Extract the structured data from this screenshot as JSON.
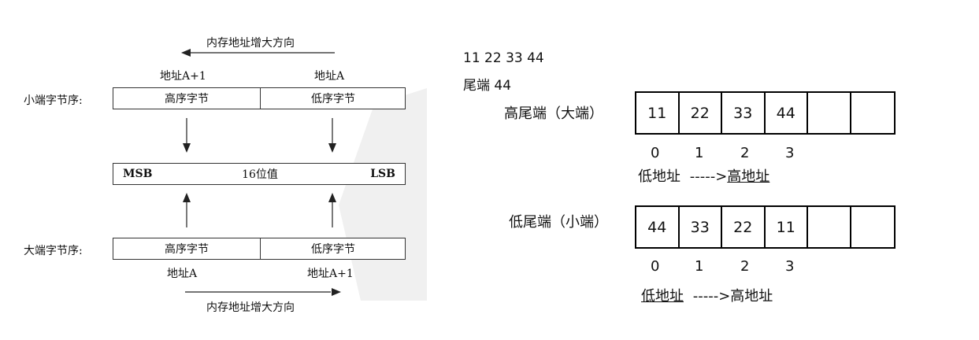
{
  "left": {
    "mem_dir_label": "内存地址增大方向",
    "le": {
      "label": "小端字节序:",
      "addr_high": "地址A+1",
      "addr_low": "地址A",
      "cell_left": "高序字节",
      "cell_right": "低序字节"
    },
    "value_box": {
      "msb": "MSB",
      "center": "16位值",
      "lsb": "LSB"
    },
    "be": {
      "label": "大端字节序:",
      "cell_left": "高序字节",
      "cell_right": "低序字节",
      "addr_low": "地址A",
      "addr_high": "地址A+1"
    }
  },
  "right": {
    "line1": "11 22 33 44",
    "line2": "尾端 44",
    "big": {
      "label": "高尾端（大端）",
      "cells": [
        "11",
        "22",
        "33",
        "44",
        "",
        ""
      ],
      "indices": [
        "0",
        "1",
        "2",
        "3"
      ],
      "addr_low": "低地址",
      "arrow": "----->",
      "addr_high": "高地址"
    },
    "little": {
      "label": "低尾端（小端）",
      "cells": [
        "44",
        "33",
        "22",
        "11",
        "",
        ""
      ],
      "indices": [
        "0",
        "1",
        "2",
        "3"
      ],
      "addr_low": "低地址",
      "arrow": "----->",
      "addr_high": "高地址"
    }
  }
}
